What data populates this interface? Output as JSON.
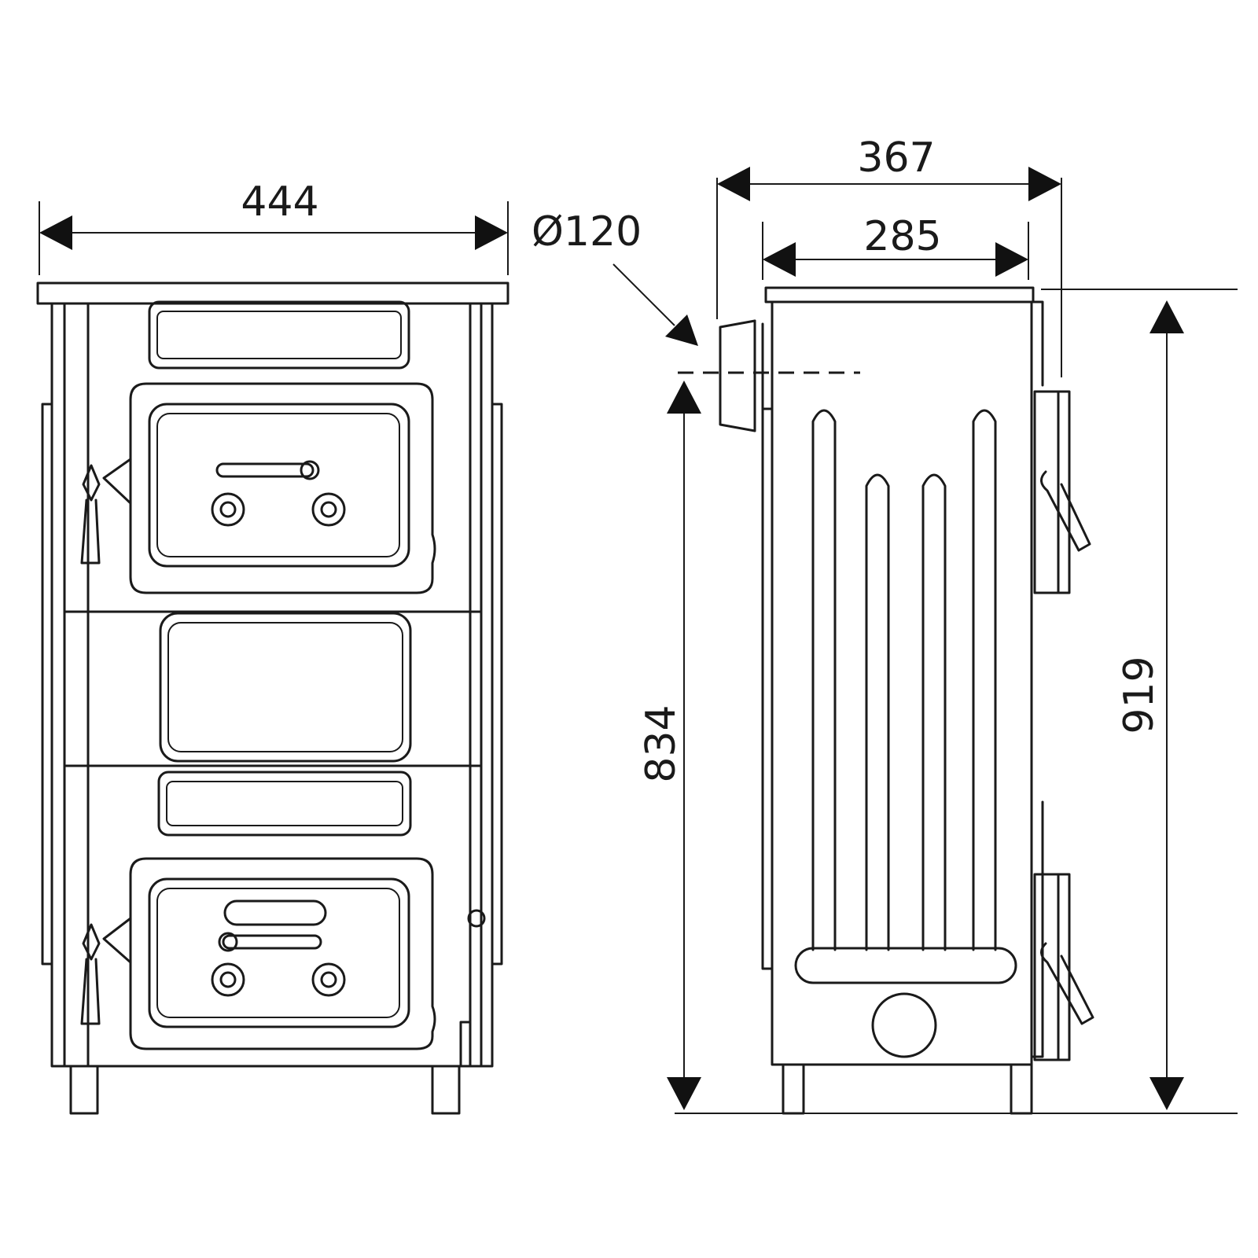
{
  "dimensions": {
    "front_width": "444",
    "flue_diameter": "Ø120",
    "side_depth_total": "367",
    "side_depth_body": "285",
    "flue_height": "834",
    "total_height": "919"
  },
  "colors": {
    "line": "#1a1a1a",
    "background": "#ffffff"
  }
}
